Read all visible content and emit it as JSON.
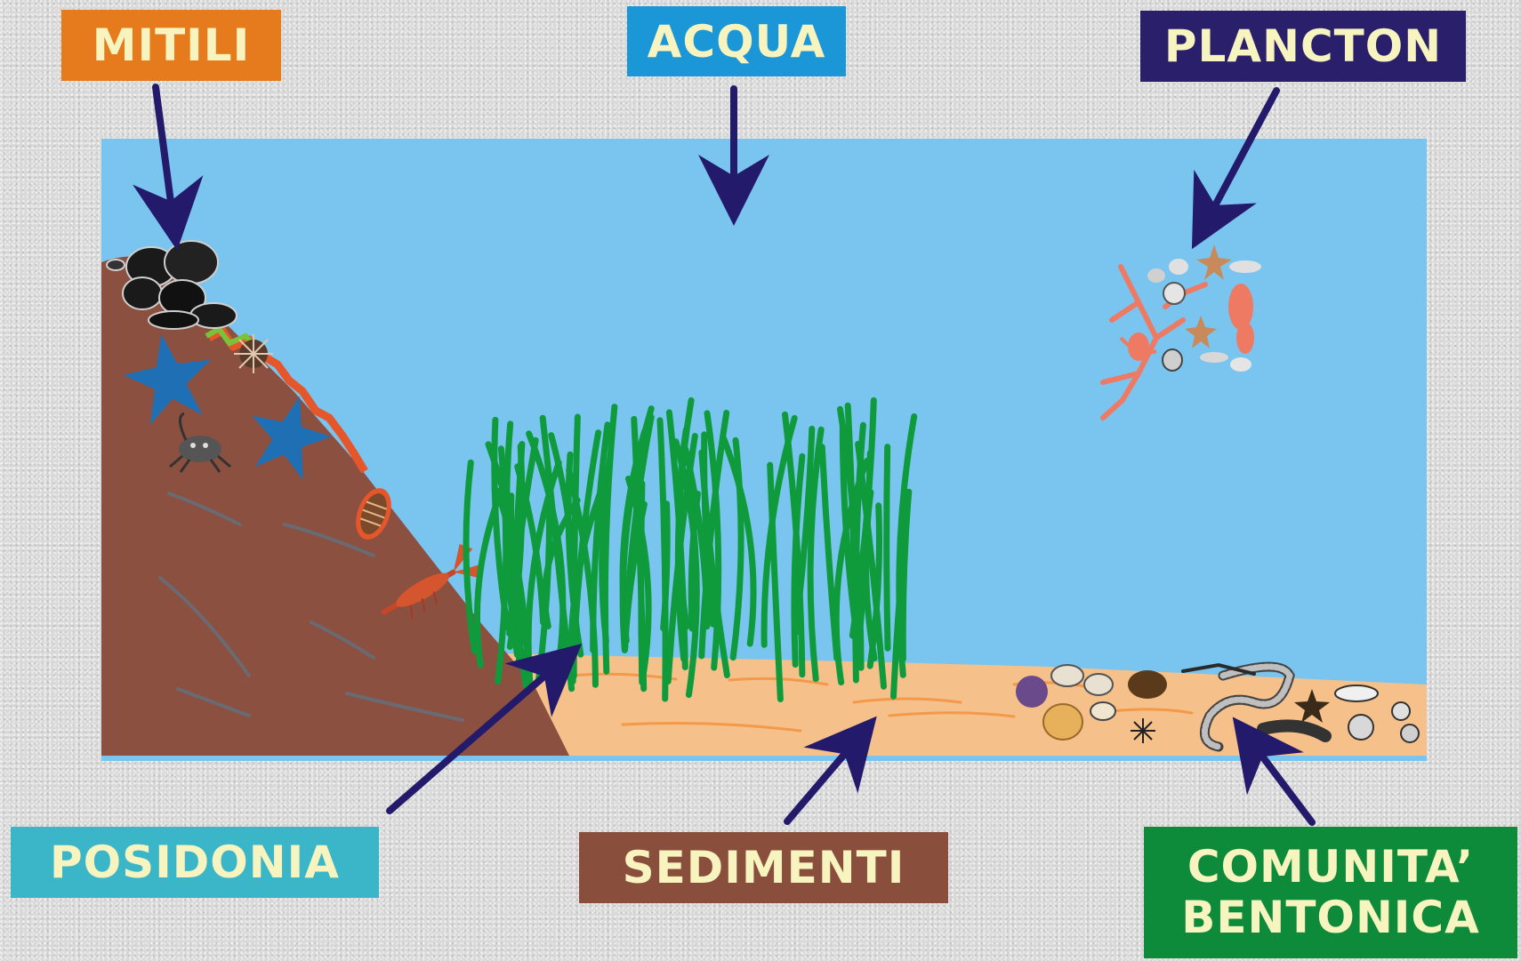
{
  "labels": {
    "mitili": "MITILI",
    "acqua": "ACQUA",
    "plancton": "PLANCTON",
    "posidonia": "POSIDONIA",
    "sedimenti": "SEDIMENTI",
    "comunita_line1": "COMUNITA’",
    "comunita_line2": "BENTONICA"
  },
  "colors": {
    "mitili_box": "#e57b1c",
    "acqua_box": "#1b96d6",
    "plancton_box": "#2a1f6b",
    "posidonia_box": "#3bb6c8",
    "sedimenti_box": "#8a4e3c",
    "comunita_box": "#0e8a3b",
    "label_text": "#f7f4c0",
    "arrow": "#231a6b",
    "water": "#7ac5ef",
    "rock": "#8b5040",
    "sand": "#f5c08a",
    "seagrass": "#0f9a3c",
    "starfish": "#1f6fb5",
    "plankton": "#ee7a64"
  },
  "icons": [
    "mussel-cluster-icon",
    "starfish-icon",
    "crab-icon",
    "sea-urchin-icon",
    "lobster-icon",
    "chiton-icon",
    "shell-icon",
    "worm-icon",
    "plankton-icon"
  ]
}
